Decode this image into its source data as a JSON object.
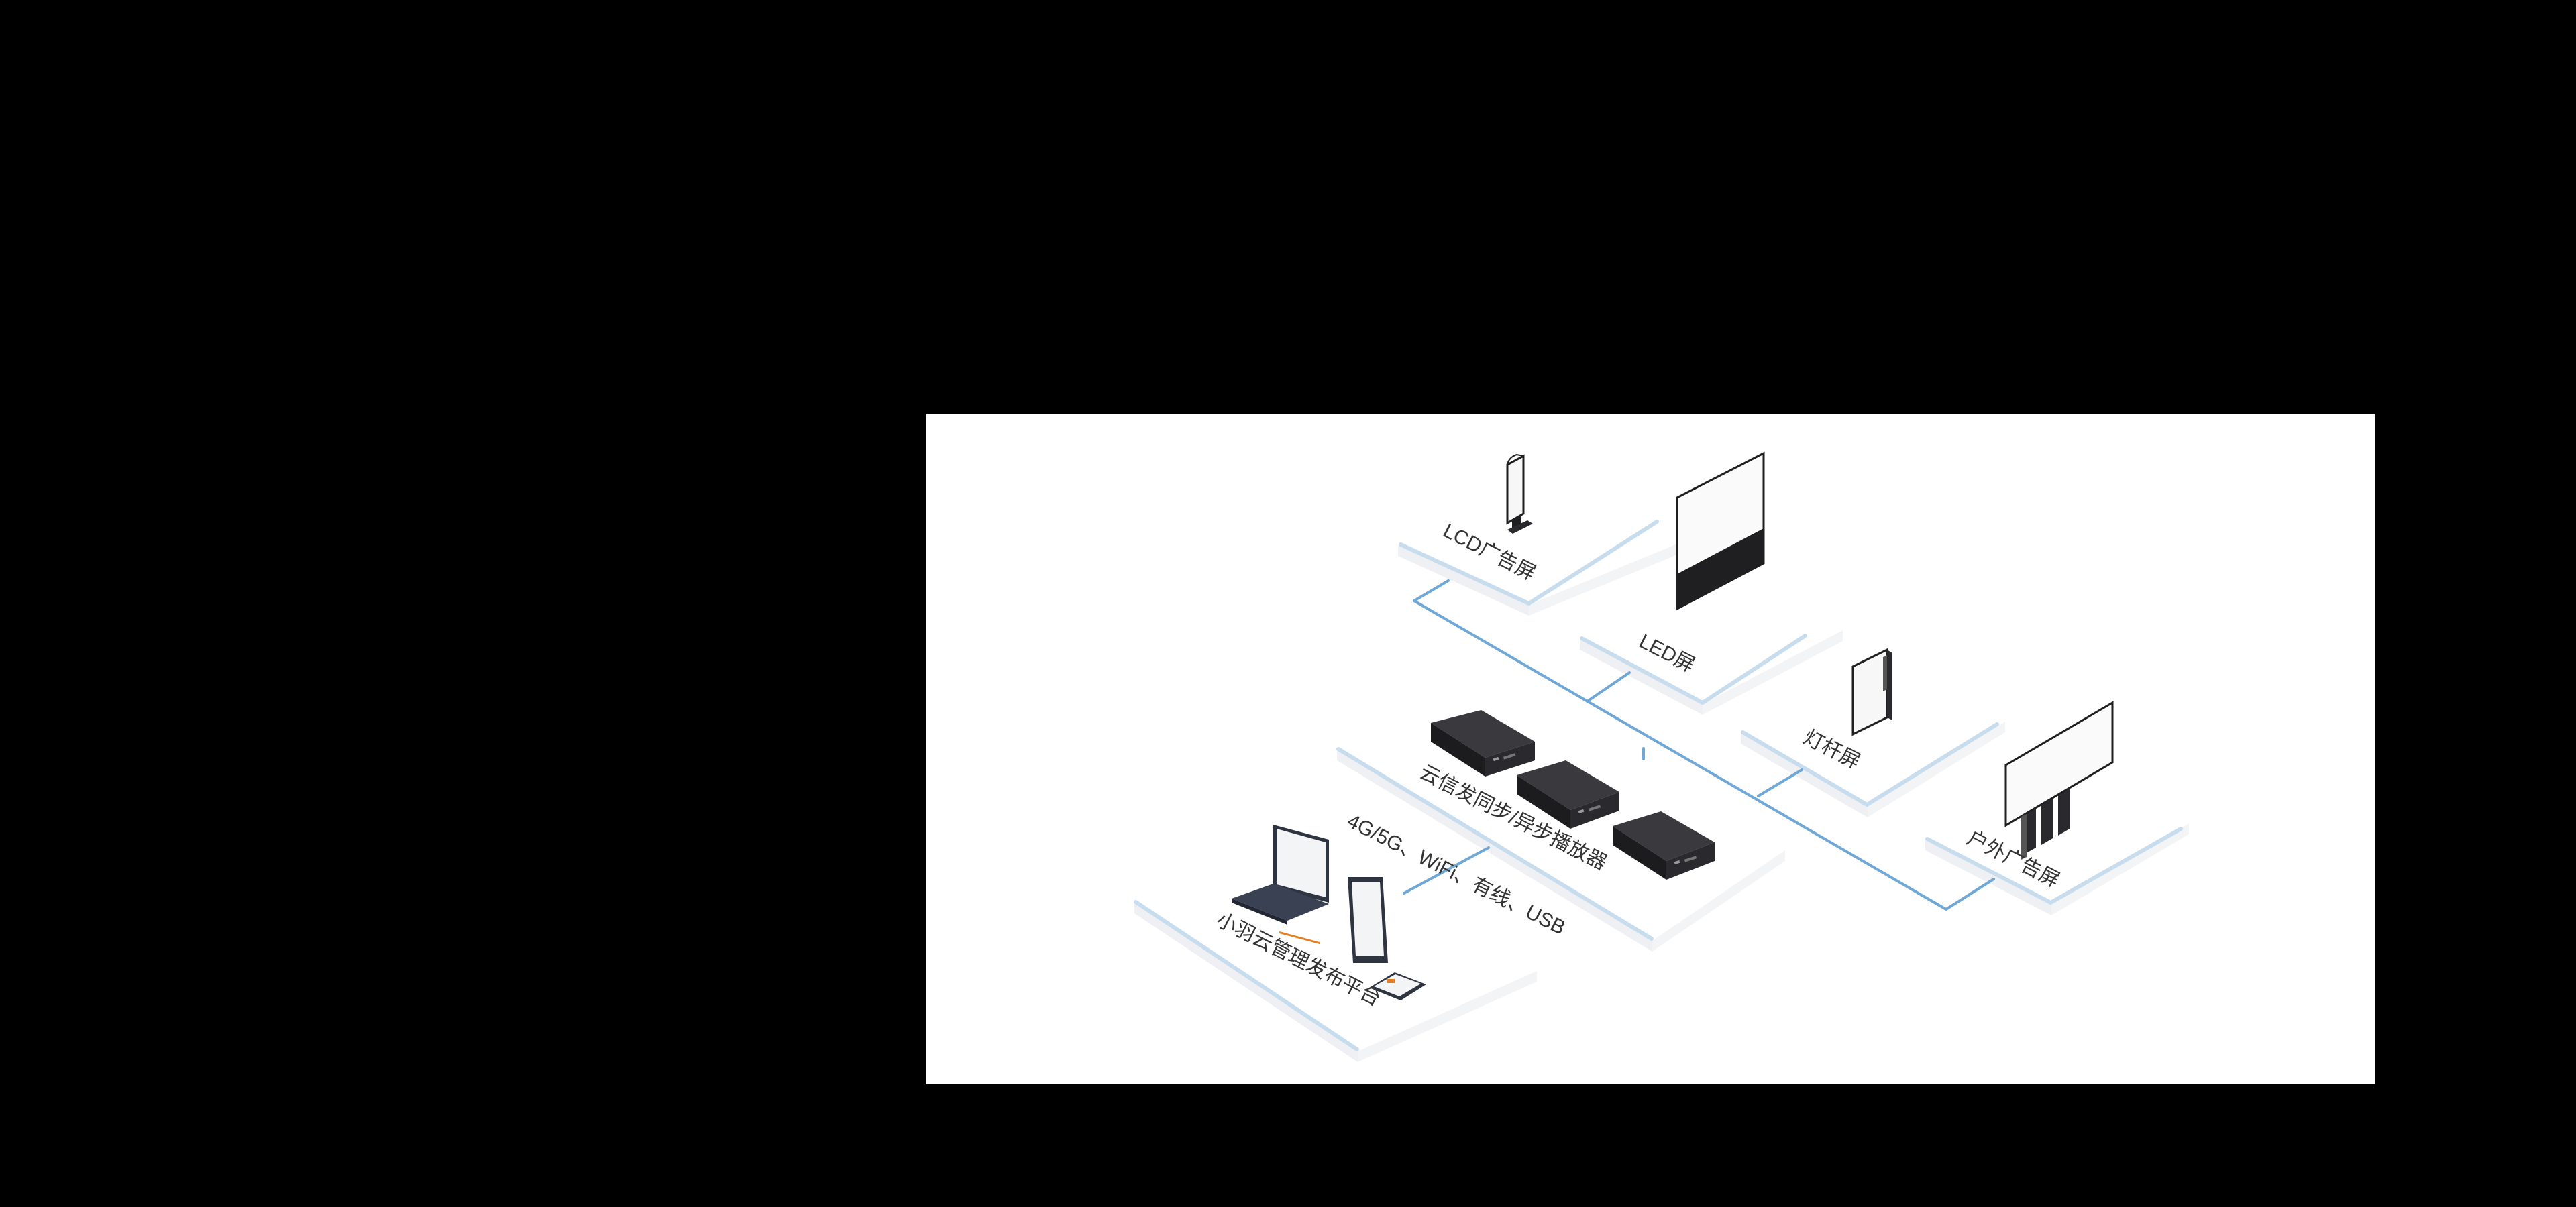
{
  "diagram": {
    "nodes": {
      "lcd": {
        "label": "LCD广告屏",
        "icon": "lcd-kiosk-icon"
      },
      "led": {
        "label": "LED屏",
        "icon": "led-screen-icon"
      },
      "pole": {
        "label": "灯杆屏",
        "icon": "pole-screen-icon"
      },
      "outdoor": {
        "label": "户外广告屏",
        "icon": "billboard-icon"
      },
      "player": {
        "label": "云信发同步/异步播放器",
        "icon": "media-player-box-icon"
      },
      "platform": {
        "label": "小羽云管理发布平台",
        "icon": "laptop-tablet-phone-icon"
      }
    },
    "connection_label": "4G/5G、WiFi、有线、USB"
  },
  "colors": {
    "page_background": "#000000",
    "panel_background": "#ffffff",
    "network_line": "#6fa8d6",
    "platform_rail": "#c7dced",
    "device_dark": "#1f1f22"
  }
}
